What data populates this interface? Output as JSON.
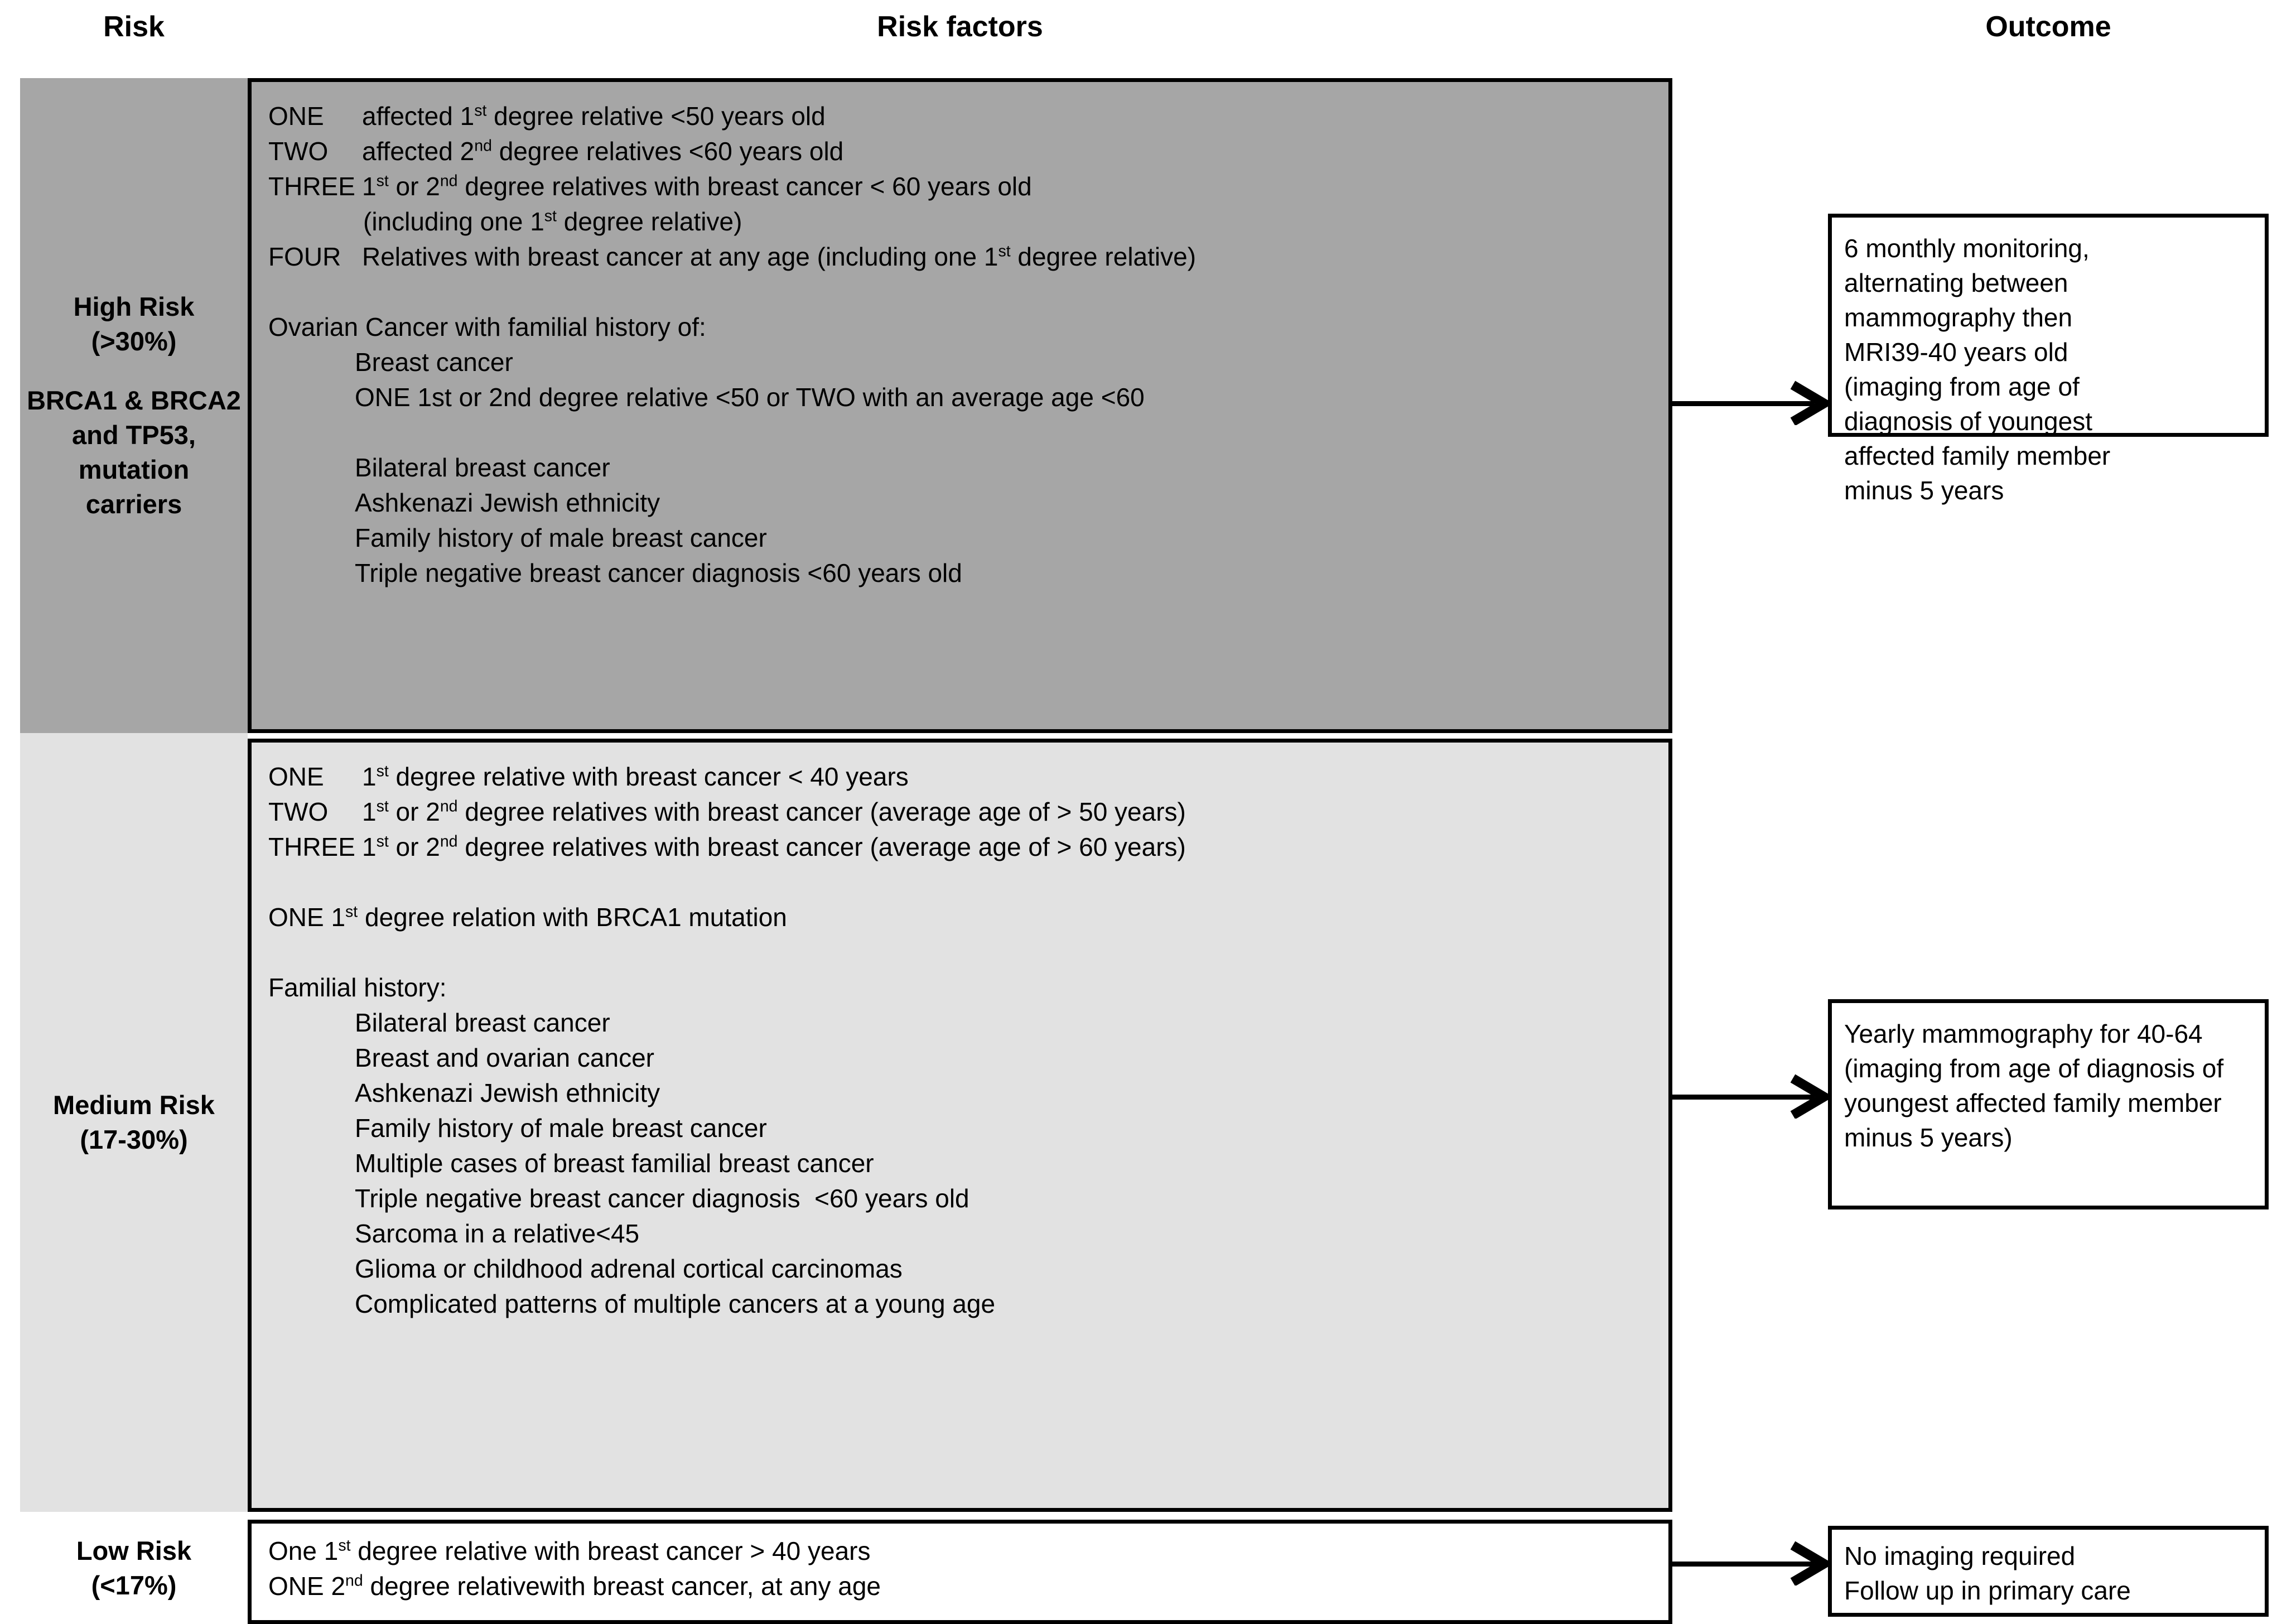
{
  "headers": {
    "risk": "Risk",
    "risk_factors": "Risk factors",
    "outcome": "Outcome"
  },
  "rows": [
    {
      "id": "high",
      "risk_label_line1": "High Risk",
      "risk_label_line2": "(>30%)",
      "risk_label_line3": "BRCA1 & BRCA2",
      "risk_label_line4": "and TP53,",
      "risk_label_line5": "mutation",
      "risk_label_line6": "carriers",
      "band_color": "#a6a6a6",
      "factors": [
        {
          "tag": "ONE",
          "text_pre": "affected 1",
          "sup": "st",
          "text_post": " degree relative <50 years old"
        },
        {
          "tag": "TWO",
          "text_pre": "affected 2",
          "sup": "nd",
          "text_post": " degree relatives <60 years old"
        },
        {
          "tag": "THREE",
          "text_pre": "1",
          "sup": "st",
          "text_post": " or 2",
          "sup2": "nd",
          "text_post2": " degree relatives with breast cancer < 60 years old"
        },
        {
          "indent": true,
          "text_pre": "(including one 1",
          "sup": "st",
          "text_post": " degree relative)"
        },
        {
          "tag": "FOUR",
          "text_pre": "Relatives with breast cancer at any age (including one 1",
          "sup": "st",
          "text_post": " degree relative)"
        }
      ],
      "ovarian_heading": "Ovarian Cancer with familial history of:",
      "ovarian_items": [
        "Breast cancer",
        "ONE 1st or 2nd degree relative <50 or TWO with an average age <60",
        "",
        "Bilateral breast cancer",
        "Ashkenazi Jewish ethnicity",
        "Family history of male breast cancer",
        "Triple negative breast cancer diagnosis <60 years old"
      ],
      "outcome": [
        "6 monthly monitoring,",
        "alternating between",
        "mammography then",
        "MRI39-40 years old",
        "(imaging from age of",
        "diagnosis of youngest",
        "affected family member",
        "minus 5 years"
      ]
    },
    {
      "id": "medium",
      "risk_label_line1": "Medium Risk",
      "risk_label_line2": "(17-30%)",
      "band_color": "#e2e2e2",
      "factors": [
        {
          "tag": "ONE",
          "text_pre": "1",
          "sup": "st",
          "text_post": " degree relative with breast cancer < 40 years"
        },
        {
          "tag": "TWO",
          "text_pre": "1",
          "sup": "st",
          "text_post": " or 2",
          "sup2": "nd",
          "text_post2": " degree relatives with breast cancer (average age of > 50 years)"
        },
        {
          "tag": "THREE",
          "text_pre": "1",
          "sup": "st",
          "text_post": " or 2",
          "sup2": "nd",
          "text_post2": " degree relatives with breast cancer (average age of > 60 years)"
        }
      ],
      "brca_line_pre": "ONE 1",
      "brca_line_sup": "st",
      "brca_line_post": " degree relation with BRCA1 mutation",
      "familial_heading": "Familial history:",
      "familial_items": [
        "Bilateral breast cancer",
        "Breast and ovarian cancer",
        "Ashkenazi Jewish ethnicity",
        "Family history of male breast cancer",
        "Multiple cases of breast familial breast cancer",
        "Triple negative breast cancer diagnosis  <60 years old",
        "Sarcoma in a relative<45",
        "Glioma or childhood adrenal cortical carcinomas",
        "Complicated patterns of multiple cancers at a young age"
      ],
      "outcome_paragraph": "Yearly mammography for 40-64 (imaging from age of diagnosis of youngest affected family member minus 5 years)"
    },
    {
      "id": "low",
      "risk_label_line1": "Low Risk",
      "risk_label_line2": "(<17%)",
      "band_color": "#ffffff",
      "factors": [
        {
          "text_pre": "One 1",
          "sup": "st",
          "text_post": " degree relative with breast cancer > 40 years"
        },
        {
          "text_pre": "ONE 2",
          "sup": "nd",
          "text_post": " degree relativewith breast cancer, at any age"
        }
      ],
      "outcome": [
        "No imaging required",
        "Follow up in primary care"
      ]
    }
  ],
  "colors": {
    "high_risk_band": "#a6a6a6",
    "medium_risk_band": "#e2e2e2",
    "low_risk_band": "#ffffff",
    "border": "#000000",
    "text": "#000000"
  },
  "arrows": {
    "high": "arrow-right",
    "medium": "arrow-right",
    "low": "arrow-right"
  }
}
